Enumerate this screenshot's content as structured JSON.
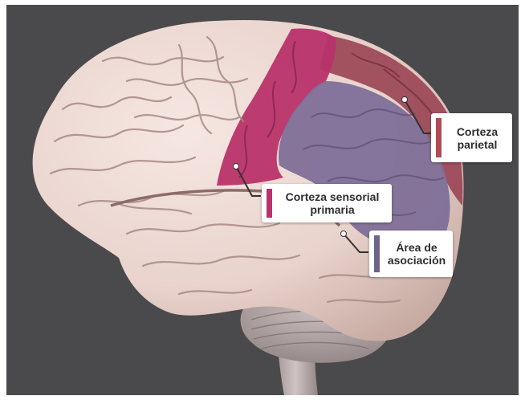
{
  "colors": {
    "background": "#4a4a4c",
    "brain_cortex": "#ead6cf",
    "somatosensory": "#b8336a",
    "association": "#7f6f98",
    "parietal": "#9b4656",
    "cerebellum": "#a89a9a"
  },
  "labels": {
    "parietal": {
      "line1": "Corteza",
      "line2": "parietal",
      "color": "#b24a55"
    },
    "somatosensory": {
      "line1": "Corteza sensorial",
      "line2": "primaria",
      "color": "#b8336a"
    },
    "association": {
      "line1": "Área de",
      "line2": "asociación",
      "color": "#6d6585"
    }
  }
}
